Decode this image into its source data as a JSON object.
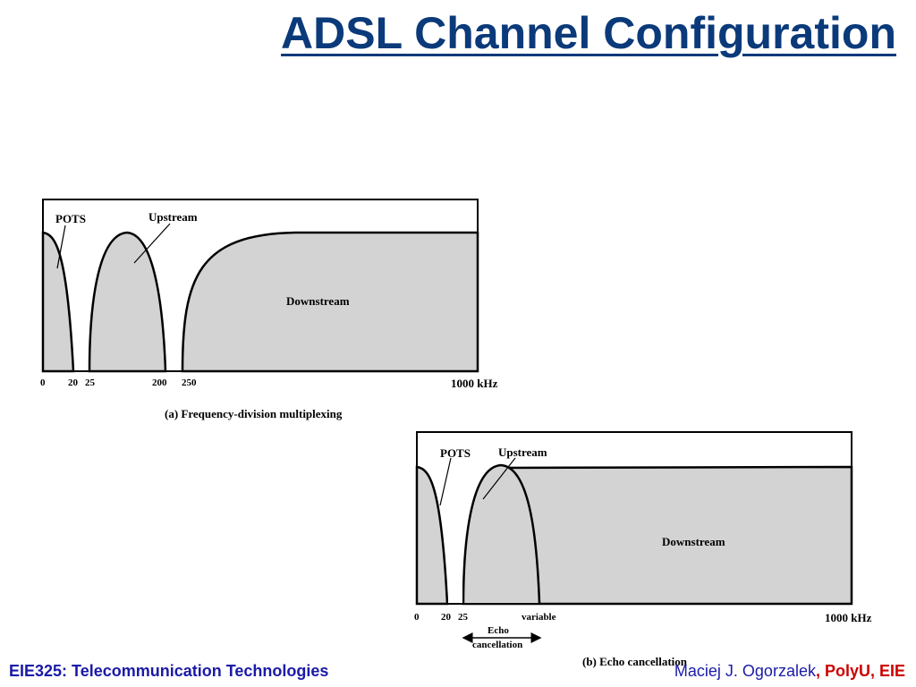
{
  "slide": {
    "title": "ADSL Channel Configuration",
    "footer_course": "EIE325: Telecommunication Technologies",
    "footer_author": "Maciej J. Ogorzalek",
    "footer_org": ", PolyU, EIE"
  },
  "diagram_fdm": {
    "caption": "(a) Frequency-division multiplexing",
    "labels": {
      "pots": "POTS",
      "upstream": "Upstream",
      "downstream": "Downstream"
    },
    "ticks": [
      "0",
      "20",
      "25",
      "200",
      "250"
    ],
    "axis_end": "1000 kHz"
  },
  "diagram_echo": {
    "caption": "(b) Echo cancellation",
    "labels": {
      "pots": "POTS",
      "upstream": "Upstream",
      "downstream": "Downstream"
    },
    "ticks": [
      "0",
      "20",
      "25",
      "variable"
    ],
    "axis_end": "1000 kHz",
    "echo_line1": "Echo",
    "echo_line2": "cancellation"
  },
  "colors": {
    "title": "#0b3a7a",
    "band_fill": "#d3d3d3",
    "footer_course": "#1a1aa8",
    "footer_org": "#cc0000"
  }
}
